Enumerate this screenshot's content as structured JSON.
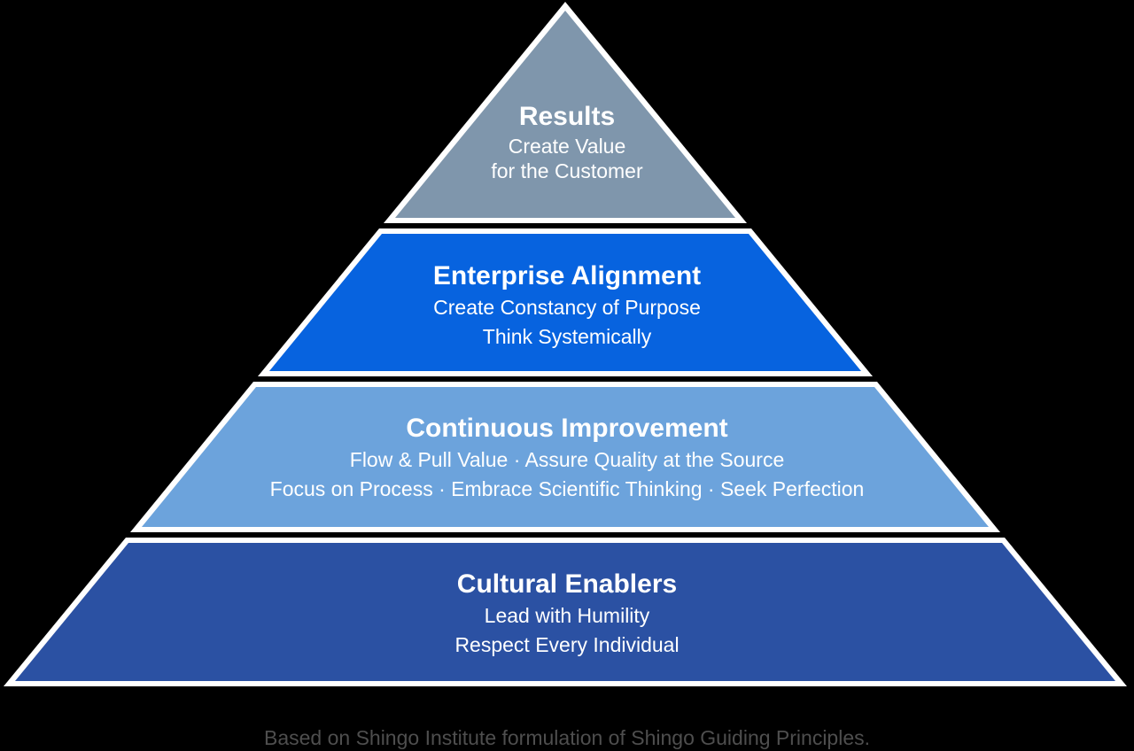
{
  "pyramid": {
    "background_color": "#000000",
    "border_color": "#FFFFFF",
    "text_color": "#FFFFFF",
    "tiers": [
      {
        "name": "results",
        "title": "Results",
        "lines": [
          "Create Value",
          "for the Customer"
        ],
        "color": "#7F96AC"
      },
      {
        "name": "enterprise-alignment",
        "title": "Enterprise Alignment",
        "lines": [
          "Create Constancy of Purpose",
          "Think Systemically"
        ],
        "color": "#0763DF"
      },
      {
        "name": "continuous-improvement",
        "title": "Continuous Improvement",
        "lines": [
          "Flow & Pull Value · Assure Quality at the Source",
          "Focus on Process · Embrace Scientific Thinking · Seek Perfection"
        ],
        "color": "#6CA3DC"
      },
      {
        "name": "cultural-enablers",
        "title": "Cultural Enablers",
        "lines": [
          "Lead with Humility",
          "Respect Every Individual"
        ],
        "color": "#2B51A3"
      }
    ],
    "caption": {
      "text": "Based on Shingo Institute formulation of Shingo Guiding Principles.",
      "color": "#4E4E4E"
    }
  }
}
